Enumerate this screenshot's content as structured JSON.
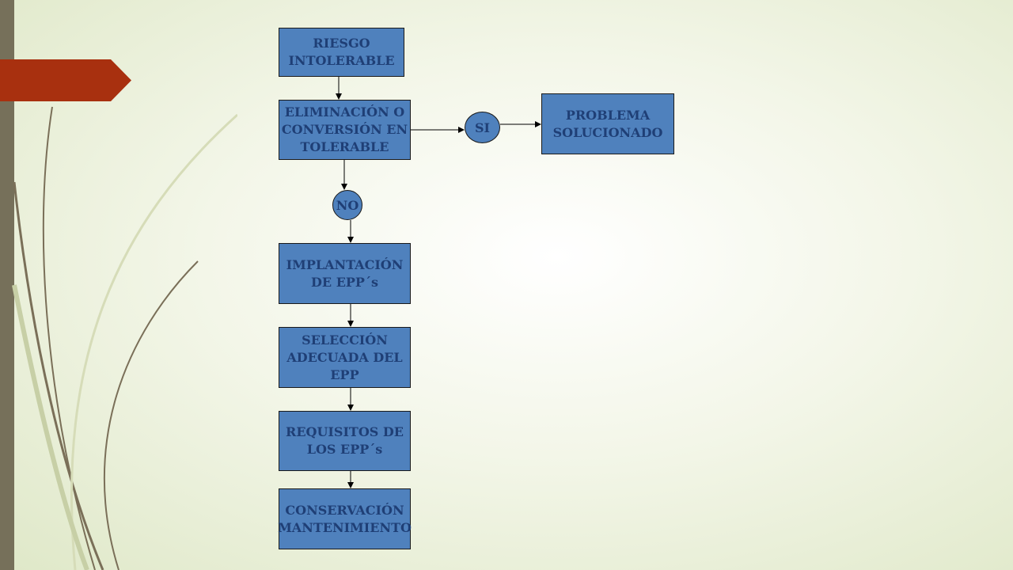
{
  "diagram": {
    "boxes": {
      "riesgo": "RIESGO INTOLERABLE",
      "eliminacion": "ELIMINACIÓN O CONVERSIÓN EN TOLERABLE",
      "problema": "PROBLEMA SOLUCIONADO",
      "implantacion": "IMPLANTACIÓN DE EPP´s",
      "seleccion": "SELECCIÓN ADECUADA DEL EPP",
      "requisitos": "REQUISITOS DE LOS EPP´s",
      "conservacion": "CONSERVACIÓN MANTENIMIENTO"
    },
    "decisions": {
      "si": "SI",
      "no": "NO"
    }
  },
  "colors": {
    "box_fill": "#4f81bd",
    "box_text": "#1f3f76",
    "accent_red": "#a8300f",
    "side_bar": "#76705a"
  }
}
